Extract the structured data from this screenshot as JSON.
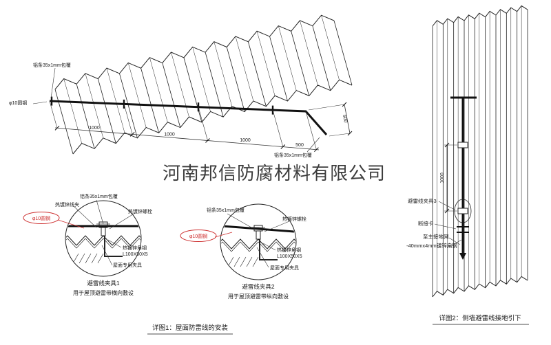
{
  "watermark": "河南邦信防腐材料有限公司",
  "roof": {
    "label_strip_left": "铝条35x1mm包覆",
    "label_round_steel": "φ10圆钢",
    "label_strip_right": "铝条35x1mm包覆",
    "dims": [
      "1000",
      "1000",
      "1000",
      "500"
    ],
    "dim_side": "500"
  },
  "detail1": {
    "label_wire_clip": "热镀锌线夹",
    "label_strip": "铝条35x1mm包覆",
    "label_bolt": "热镀锌螺栓",
    "label_round_steel": "φ10圆钢",
    "label_angle_steel": "热镀锌角钢",
    "label_angle_spec": "L100X50X5",
    "label_roof_clamp": "屋面专用夹具",
    "title": "避雷线夹具1",
    "subtitle": "用于屋顶避雷带横向敷设"
  },
  "detail2": {
    "label_strip": "铝条35x1mm包覆",
    "label_bolt": "热镀锌螺栓",
    "label_round_steel": "φ10圆钢",
    "label_angle_steel": "热镀锌角钢",
    "label_angle_spec": "L100X50X5",
    "label_roof_clamp": "屋面专用夹具",
    "title": "避雷线夹具2",
    "subtitle": "用于屋顶避雷带纵向敷设"
  },
  "wall": {
    "dim": "1000",
    "label_clamp3": "避雷线夹具3",
    "label_disconnect": "断接卡",
    "label_to_ground": "至主接地网",
    "label_flat_steel": "-40mmx4mm镀锌扁钢"
  },
  "captions": {
    "fig1": "详图1：屋面防雷线的安装",
    "fig2": "详图2：侧墙避雷线接地引下"
  }
}
